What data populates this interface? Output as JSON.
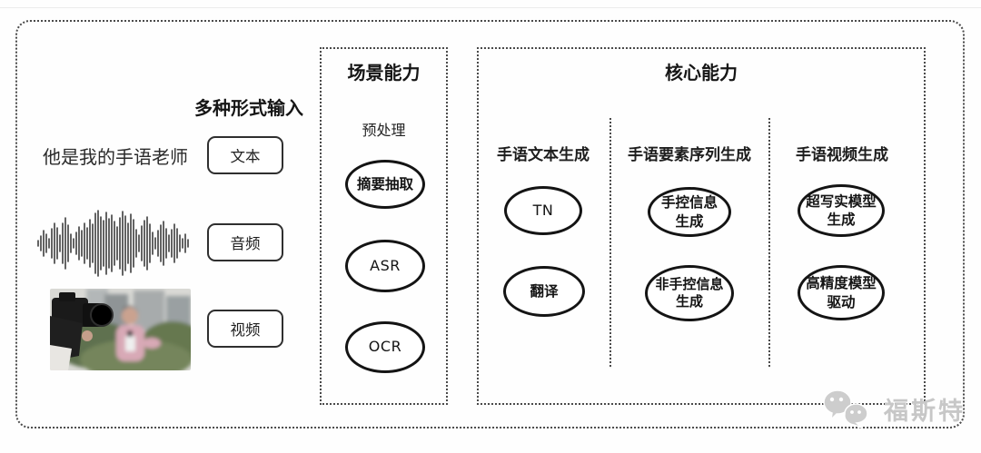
{
  "colors": {
    "line": "#141414",
    "dotted_border": "#4a4a4a",
    "watermark": "#c7c7c7",
    "background": "#fefefe"
  },
  "input_section": {
    "heading": "多种形式输入",
    "sample_text": "他是我的手语老师",
    "items": [
      {
        "label": "文本"
      },
      {
        "label": "音频"
      },
      {
        "label": "视频"
      }
    ]
  },
  "scene_box": {
    "title": "场景能力",
    "subtitle": "预处理",
    "nodes": [
      "摘要抽取",
      "ASR",
      "OCR"
    ]
  },
  "core_box": {
    "title": "核心能力",
    "columns": [
      {
        "label": "手语文本生成",
        "nodes": [
          "TN",
          "翻译"
        ]
      },
      {
        "label": "手语要素序列生成",
        "nodes": [
          "手控信息\n生成",
          "非手控信息\n生成"
        ]
      },
      {
        "label": "手语视频生成",
        "nodes": [
          "超写实模型\n生成",
          "高精度模型\n驱动"
        ]
      }
    ]
  },
  "watermark": {
    "label": "福斯特"
  }
}
